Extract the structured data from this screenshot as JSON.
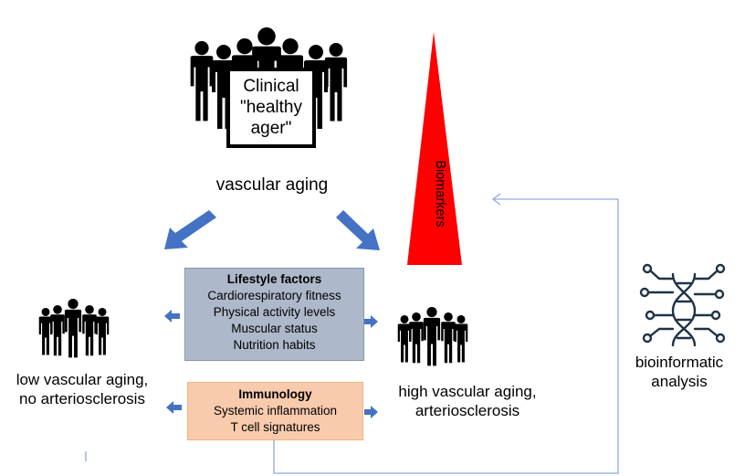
{
  "top_group": {
    "sign_lines": [
      "Clinical",
      "\"healthy",
      "ager\""
    ],
    "caption": "vascular aging"
  },
  "biomarkers": {
    "label": "Biomarkers",
    "color": "#ff0000"
  },
  "lifestyle": {
    "title": "Lifestyle factors",
    "items": [
      "Cardiorespiratory fitness",
      "Physical activity levels",
      "Muscular status",
      "Nutrition habits"
    ],
    "color": "#adb9ca"
  },
  "immunology": {
    "title": "Immunology",
    "items": [
      "Systemic inflammation",
      "T cell signatures"
    ],
    "color": "#f8cbad"
  },
  "left_group": {
    "caption_lines": [
      "low vascular aging,",
      "no arteriosclerosis"
    ]
  },
  "right_group": {
    "caption_lines": [
      "high vascular aging,",
      "arteriosclerosis"
    ]
  },
  "bioinformatics": {
    "caption_lines": [
      "bioinformatic",
      "analysis"
    ],
    "icon": "dna-circuit-icon"
  },
  "colors": {
    "arrow": "#4472c4",
    "connector": "#8faadc"
  }
}
